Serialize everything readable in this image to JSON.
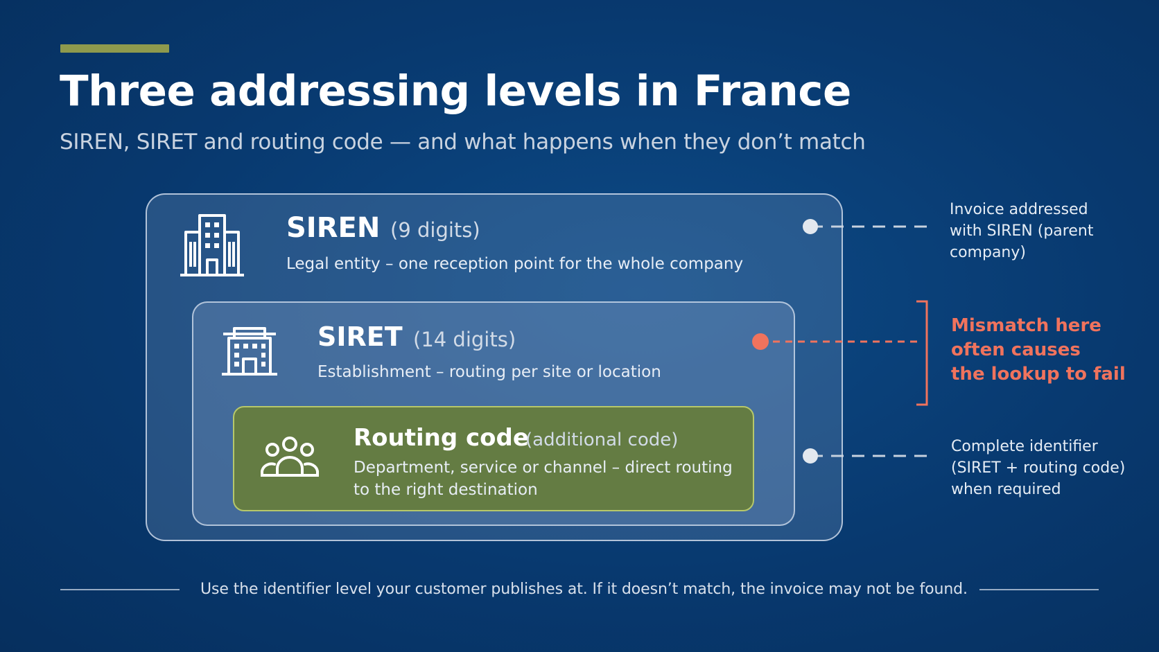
{
  "header": {
    "title": "Three addressing levels in France",
    "subtitle": "SIREN, SIRET and routing code — and what happens when they don’t match"
  },
  "levels": {
    "siren": {
      "name": "SIREN",
      "hint": "(9 digits)",
      "description": "Legal entity – one reception point for the whole company",
      "icon": "office-building-icon"
    },
    "siret": {
      "name": "SIRET",
      "hint": "(14 digits)",
      "description": "Establishment – routing per site or location",
      "icon": "establishment-building-icon"
    },
    "routing": {
      "name": "Routing code",
      "hint": "(additional code)",
      "description_line1": "Department, service or channel – direct routing",
      "description_line2": "to the right destination",
      "icon": "group-people-icon"
    }
  },
  "annotations": {
    "siren_note": {
      "line1": "Invoice addressed",
      "line2": "with SIREN (parent",
      "line3": "company)"
    },
    "mismatch_note": {
      "line1": "Mismatch here",
      "line2": "often causes",
      "line3": "the lookup to fail"
    },
    "complete_note": {
      "line1": "Complete identifier",
      "line2": "(SIRET + routing code)",
      "line3": "when required"
    }
  },
  "footer": {
    "text": "Use the identifier level your customer publishes at. If it doesn’t match, the invoice may not be found."
  },
  "colors": {
    "background": "#08396f",
    "accent_bar": "#8e9a4d",
    "warning": "#f0735d",
    "routing_fill": "#647c43",
    "routing_border": "#b7c86a"
  }
}
